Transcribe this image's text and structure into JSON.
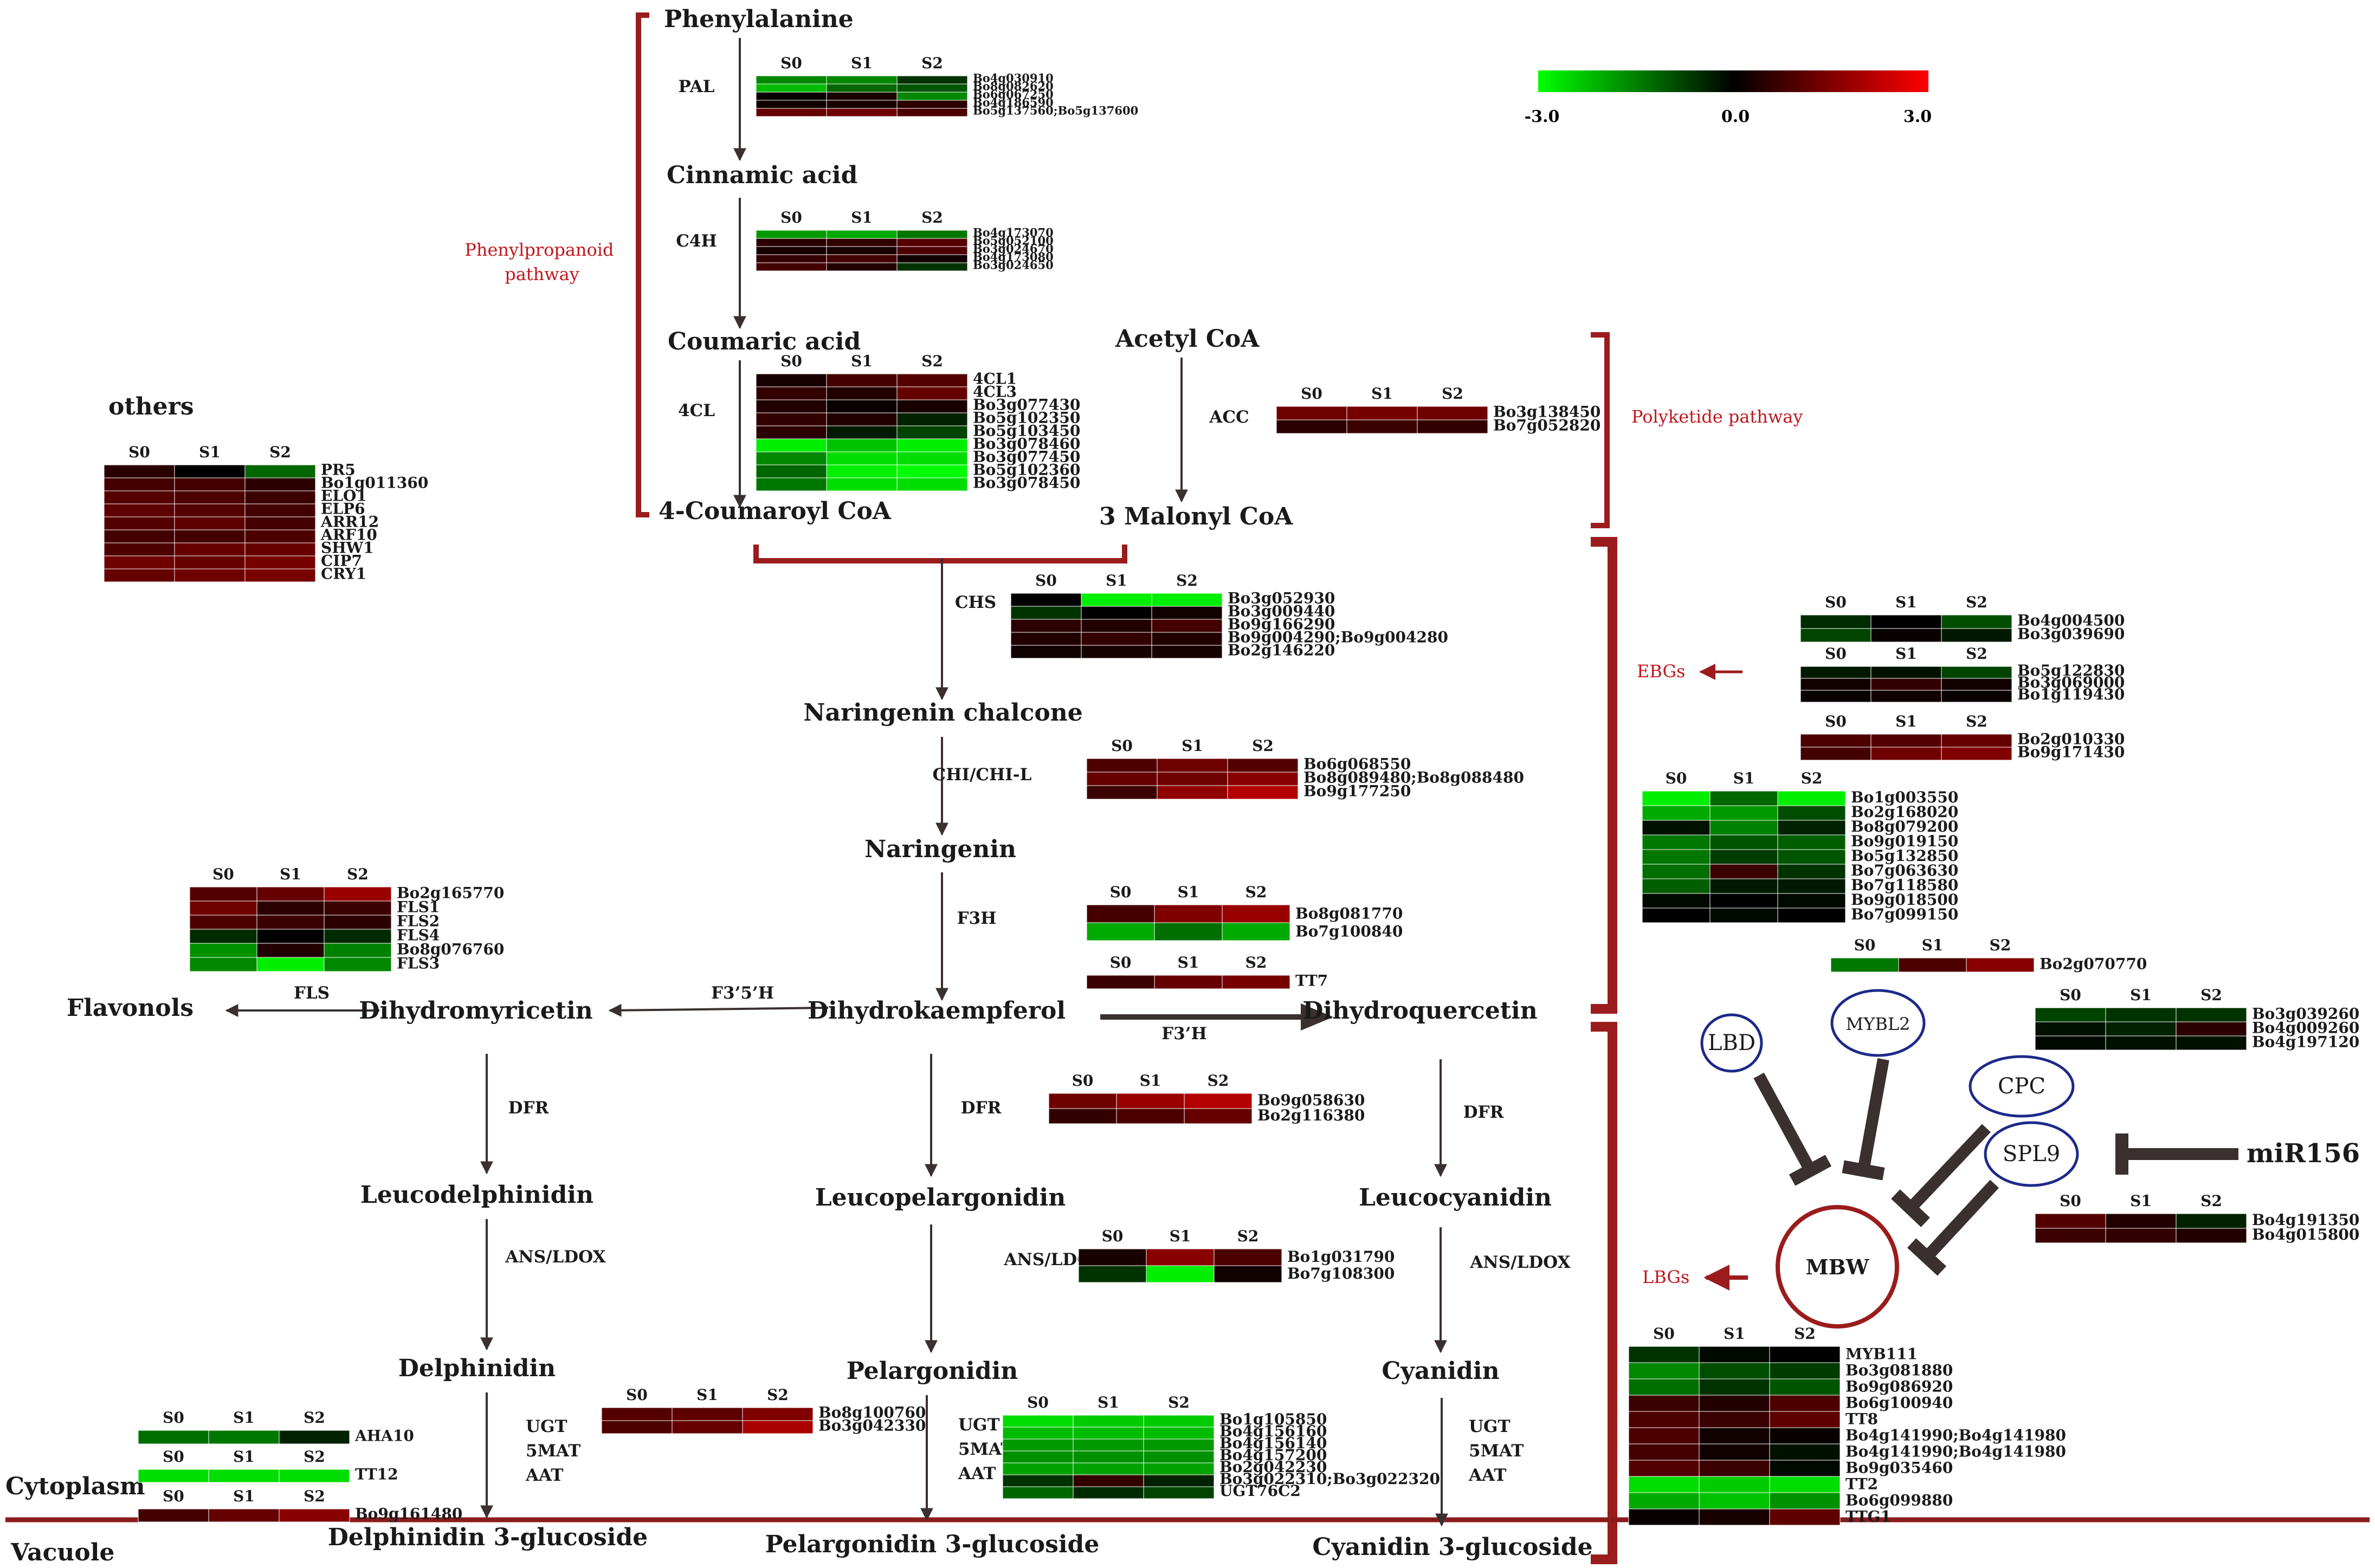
{
  "color_scale": {
    "min_label": "-3.0",
    "mid_label": "0.0",
    "max_label": "3.0",
    "low": "#00ff00",
    "mid": "#000000",
    "high": "#ff0000"
  },
  "region_labels": {
    "phenylpropanoid": [
      "Phenylpropanoid",
      "pathway"
    ],
    "polyketide": "Polyketide pathway",
    "ebgs": "EBGs",
    "lbgs": "LBGs",
    "cytoplasm": "Cytoplasm",
    "vacuole": "Vacuole",
    "others": "others"
  },
  "compounds": [
    {
      "id": "phenylalanine",
      "label": "Phenylalanine"
    },
    {
      "id": "cinnamic",
      "label": "Cinnamic acid"
    },
    {
      "id": "coumaric",
      "label": "Coumaric acid"
    },
    {
      "id": "coumaroylcoa",
      "label": "4-Coumaroyl CoA"
    },
    {
      "id": "acetylcoa",
      "label": "Acetyl CoA"
    },
    {
      "id": "malonylcoa",
      "label": "3 Malonyl CoA"
    },
    {
      "id": "chalcone",
      "label": "Naringenin chalcone"
    },
    {
      "id": "naringenin",
      "label": "Naringenin"
    },
    {
      "id": "dhk",
      "label": "Dihydrokaempferol"
    },
    {
      "id": "dhm",
      "label": "Dihydromyricetin"
    },
    {
      "id": "dhq",
      "label": "Dihydroquercetin"
    },
    {
      "id": "flavonols",
      "label": "Flavonols"
    },
    {
      "id": "leucodel",
      "label": "Leucodelphinidin"
    },
    {
      "id": "leucopel",
      "label": "Leucopelargonidin"
    },
    {
      "id": "leucocya",
      "label": "Leucocyanidin"
    },
    {
      "id": "delphinidin",
      "label": "Delphinidin"
    },
    {
      "id": "pelargonidin",
      "label": "Pelargonidin"
    },
    {
      "id": "cyanidin",
      "label": "Cyanidin"
    },
    {
      "id": "del3g",
      "label": "Delphinidin 3-glucoside"
    },
    {
      "id": "pel3g",
      "label": "Pelargonidin 3-glucoside"
    },
    {
      "id": "cya3g",
      "label": "Cyanidin 3-glucoside"
    }
  ],
  "enzymes": [
    {
      "id": "pal",
      "label": "PAL"
    },
    {
      "id": "c4h",
      "label": "C4H"
    },
    {
      "id": "4cl",
      "label": "4CL"
    },
    {
      "id": "acc",
      "label": "ACC"
    },
    {
      "id": "chs",
      "label": "CHS"
    },
    {
      "id": "chi",
      "label": "CHI/CHI-L"
    },
    {
      "id": "f3h",
      "label": "F3H"
    },
    {
      "id": "f35h",
      "label": "F3’5’H"
    },
    {
      "id": "f3h2",
      "label": "F3’H"
    },
    {
      "id": "fls",
      "label": "FLS"
    },
    {
      "id": "dfr1",
      "label": "DFR"
    },
    {
      "id": "dfr2",
      "label": "DFR"
    },
    {
      "id": "dfr3",
      "label": "DFR"
    },
    {
      "id": "ans1",
      "label": "ANS/LDOX"
    },
    {
      "id": "ans2",
      "label": "ANS/LDOX"
    },
    {
      "id": "ans3",
      "label": "ANS/LDOX"
    },
    {
      "id": "ugt1",
      "label": [
        "UGT",
        "5MAT",
        "AAT"
      ]
    },
    {
      "id": "ugt2",
      "label": [
        "UGT",
        "5MAT",
        "AAT"
      ]
    },
    {
      "id": "ugt3",
      "label": [
        "UGT",
        "5MAT",
        "AAT"
      ]
    }
  ],
  "regulators": [
    {
      "id": "lbd",
      "label": "LBD"
    },
    {
      "id": "mybl2",
      "label": "MYBL2"
    },
    {
      "id": "cpc",
      "label": "CPC"
    },
    {
      "id": "spl9",
      "label": "SPL9"
    },
    {
      "id": "mbw",
      "label": "MBW"
    },
    {
      "id": "mir156",
      "label": "miR156"
    }
  ],
  "sample_labels": [
    "S0",
    "S1",
    "S2"
  ],
  "heatmaps": [
    {
      "id": "pal",
      "genes": [
        "Bo4g030910",
        "Bo8g082620",
        "Bo6g067250",
        "Bo4g186590",
        "Bo5g137560;Bo5g137600"
      ],
      "values": [
        [
          -1.6,
          -1.6,
          -0.6
        ],
        [
          -2.2,
          -1.2,
          -1.0
        ],
        [
          0.1,
          0.3,
          -1.6
        ],
        [
          0.2,
          0.3,
          0.5
        ],
        [
          1.2,
          1.3,
          0.9
        ]
      ]
    },
    {
      "id": "c4h",
      "genes": [
        "Bo4g173070",
        "Bo5g052100",
        "Bo3g024670",
        "Bo4g173080",
        "Bo3g024650"
      ],
      "values": [
        [
          -1.8,
          -2.0,
          -1.4
        ],
        [
          0.5,
          0.6,
          1.0
        ],
        [
          0.3,
          0.3,
          0.9
        ],
        [
          0.6,
          0.8,
          0.2
        ],
        [
          0.8,
          0.4,
          -0.6
        ]
      ]
    },
    {
      "id": "4cl",
      "genes": [
        "4CL1",
        "4CL3",
        "Bo3g077430",
        "Bo5g102350",
        "Bo5g103450",
        "Bo3g078460",
        "Bo3g077450",
        "Bo5g102360",
        "Bo3g078450"
      ],
      "values": [
        [
          0.3,
          0.8,
          1.0
        ],
        [
          0.6,
          0.4,
          1.2
        ],
        [
          0.4,
          0.1,
          0.3
        ],
        [
          0.6,
          0.4,
          -0.4
        ],
        [
          0.5,
          -0.3,
          -0.8
        ],
        [
          -2.8,
          -2.3,
          -2.8
        ],
        [
          -1.6,
          -2.6,
          -2.6
        ],
        [
          -1.2,
          -2.8,
          -3.0
        ],
        [
          -1.4,
          -2.6,
          -2.6
        ]
      ]
    },
    {
      "id": "acc",
      "genes": [
        "Bo3g138450",
        "Bo7g052820"
      ],
      "values": [
        [
          1.3,
          1.4,
          1.3
        ],
        [
          0.5,
          0.7,
          0.6
        ]
      ]
    },
    {
      "id": "chs",
      "genes": [
        "Bo3g052930",
        "Bo3g009440",
        "Bo9g166290",
        "Bo9g004290;Bo9g004280",
        "Bo2g146220"
      ],
      "values": [
        [
          0.0,
          -2.8,
          -2.8
        ],
        [
          -0.6,
          0.0,
          0.2
        ],
        [
          0.5,
          0.4,
          0.8
        ],
        [
          0.4,
          0.6,
          0.4
        ],
        [
          0.2,
          0.3,
          0.3
        ]
      ]
    },
    {
      "id": "chi",
      "genes": [
        "Bo6g068550",
        "Bo8g089480;Bo8g088480",
        "Bo9g177250"
      ],
      "values": [
        [
          0.9,
          1.3,
          1.0
        ],
        [
          1.2,
          1.3,
          1.6
        ],
        [
          0.7,
          1.7,
          2.1
        ]
      ]
    },
    {
      "id": "f3h",
      "genes": [
        "Bo8g081770",
        "Bo7g100840"
      ],
      "values": [
        [
          0.8,
          1.5,
          1.8
        ],
        [
          -2.0,
          -1.3,
          -2.0
        ]
      ]
    },
    {
      "id": "tt7",
      "genes": [
        "TT7"
      ],
      "values": [
        [
          0.7,
          1.2,
          1.4
        ]
      ]
    },
    {
      "id": "dfr2",
      "genes": [
        "Bo9g058630",
        "Bo2g116380"
      ],
      "values": [
        [
          1.3,
          1.8,
          2.1
        ],
        [
          0.6,
          0.9,
          1.2
        ]
      ]
    },
    {
      "id": "ans2",
      "genes": [
        "Bo1g031790",
        "Bo7g108300"
      ],
      "values": [
        [
          0.3,
          1.6,
          0.9
        ],
        [
          -0.6,
          -2.8,
          0.2
        ]
      ]
    },
    {
      "id": "fls",
      "genes": [
        "Bo2g165770",
        "FLS1",
        "FLS2",
        "FLS4",
        "Bo8g076760",
        "FLS3"
      ],
      "values": [
        [
          1.0,
          1.2,
          1.8
        ],
        [
          1.3,
          0.5,
          0.7
        ],
        [
          0.9,
          0.7,
          0.5
        ],
        [
          -0.5,
          0.0,
          -0.5
        ],
        [
          -1.7,
          0.4,
          -1.5
        ],
        [
          -1.6,
          -2.8,
          -1.6
        ]
      ]
    },
    {
      "id": "others",
      "genes": [
        "PR5",
        "Bo1g011360",
        "ELO1",
        "ELP6",
        "ARR12",
        "ARF10",
        "SHW1",
        "CIP7",
        "CRY1"
      ],
      "values": [
        [
          0.5,
          0.0,
          -1.2
        ],
        [
          0.8,
          0.8,
          0.5
        ],
        [
          1.0,
          0.9,
          0.7
        ],
        [
          1.1,
          1.0,
          0.8
        ],
        [
          1.0,
          1.1,
          0.8
        ],
        [
          0.8,
          0.8,
          0.9
        ],
        [
          0.9,
          1.2,
          1.2
        ],
        [
          1.3,
          1.2,
          1.4
        ],
        [
          1.2,
          1.3,
          1.4
        ]
      ]
    },
    {
      "id": "aha10",
      "genes": [
        "AHA10"
      ],
      "values": [
        [
          -1.3,
          -1.4,
          -0.4
        ]
      ]
    },
    {
      "id": "tt12",
      "genes": [
        "TT12"
      ],
      "values": [
        [
          -2.6,
          -2.6,
          -2.6
        ]
      ]
    },
    {
      "id": "bo9g161480",
      "genes": [
        "Bo9g161480"
      ],
      "values": [
        [
          0.8,
          1.2,
          1.6
        ]
      ]
    },
    {
      "id": "ugt1",
      "genes": [
        "Bo8g100760",
        "Bo3g042330"
      ],
      "values": [
        [
          1.0,
          1.1,
          1.5
        ],
        [
          0.9,
          1.2,
          2.0
        ]
      ]
    },
    {
      "id": "ugt2",
      "genes": [
        "Bo1g105850",
        "Bo4g156160",
        "Bo4g156140",
        "Bo4g157200",
        "Bo2g042230",
        "Bo3g022310;Bo3g022320",
        "UGT76C2"
      ],
      "values": [
        [
          -2.6,
          -2.4,
          -2.4
        ],
        [
          -2.2,
          -2.2,
          -2.2
        ],
        [
          -1.8,
          -1.8,
          -1.8
        ],
        [
          -1.7,
          -1.7,
          -1.7
        ],
        [
          -1.9,
          -1.9,
          -1.9
        ],
        [
          -0.6,
          0.6,
          -0.4
        ],
        [
          -1.2,
          -0.5,
          -0.8
        ]
      ]
    },
    {
      "id": "ebg1",
      "genes": [
        "Bo4g004500",
        "Bo3g039690"
      ],
      "values": [
        [
          -0.5,
          0.0,
          -0.9
        ],
        [
          -0.8,
          0.1,
          -0.3
        ]
      ]
    },
    {
      "id": "ebg2",
      "genes": [
        "Bo5g122830",
        "Bo3g069000",
        "Bo1g119430"
      ],
      "values": [
        [
          -0.3,
          -0.2,
          -0.8
        ],
        [
          0.2,
          0.6,
          0.2
        ],
        [
          0.1,
          0.2,
          0.1
        ]
      ]
    },
    {
      "id": "ebg3",
      "genes": [
        "Bo2g010330",
        "Bo9g171430"
      ],
      "values": [
        [
          0.9,
          1.0,
          1.2
        ],
        [
          0.8,
          1.3,
          1.5
        ]
      ]
    },
    {
      "id": "lbg1",
      "genes": [
        "Bo1g003550",
        "Bo2g168020",
        "Bo8g079200",
        "Bo9g019150",
        "Bo5g132850",
        "Bo7g063630",
        "Bo7g118580",
        "Bo9g018500",
        "Bo7g099150"
      ],
      "values": [
        [
          -2.8,
          -1.2,
          -2.8
        ],
        [
          -2.0,
          -1.8,
          -0.9
        ],
        [
          -0.2,
          -1.5,
          -0.4
        ],
        [
          -1.4,
          -1.0,
          -1.1
        ],
        [
          -1.4,
          -0.7,
          -1.0
        ],
        [
          -1.3,
          0.7,
          -0.6
        ],
        [
          -1.1,
          -0.3,
          -0.3
        ],
        [
          -0.1,
          0.0,
          -0.1
        ],
        [
          0.0,
          -0.1,
          0.0
        ]
      ]
    },
    {
      "id": "bo2g070770",
      "genes": [
        "Bo2g070770"
      ],
      "values": [
        [
          -1.4,
          0.9,
          1.6
        ]
      ]
    },
    {
      "id": "spl9",
      "genes": [
        "Bo3g039260",
        "Bo4g009260",
        "Bo4g197120"
      ],
      "values": [
        [
          -0.8,
          -0.6,
          -0.6
        ],
        [
          -0.2,
          -0.4,
          0.5
        ],
        [
          -0.1,
          -0.2,
          -0.2
        ]
      ]
    },
    {
      "id": "mir",
      "genes": [
        "Bo4g191350",
        "Bo4g015800"
      ],
      "values": [
        [
          1.0,
          0.4,
          -0.4
        ],
        [
          0.7,
          0.6,
          0.4
        ]
      ]
    },
    {
      "id": "mbw",
      "genes": [
        "MYB111",
        "Bo3g081880",
        "Bo9g086920",
        "Bo6g100940",
        "TT8",
        "Bo4g141990;Bo4g141980",
        "Bo4g141990;Bo4g141980",
        "Bo9g035460",
        "TT2",
        "Bo6g099880",
        "TTG1"
      ],
      "values": [
        [
          -0.6,
          -0.1,
          0.0
        ],
        [
          -1.6,
          -0.9,
          -0.7
        ],
        [
          -1.3,
          -0.6,
          -1.0
        ],
        [
          0.7,
          0.4,
          0.9
        ],
        [
          0.9,
          0.7,
          1.1
        ],
        [
          0.9,
          0.2,
          0.1
        ],
        [
          0.8,
          0.2,
          -0.2
        ],
        [
          1.0,
          0.7,
          -0.1
        ],
        [
          -2.6,
          -2.4,
          -2.6
        ],
        [
          -2.0,
          -2.3,
          -1.7
        ],
        [
          0.1,
          0.3,
          1.1
        ]
      ]
    }
  ]
}
